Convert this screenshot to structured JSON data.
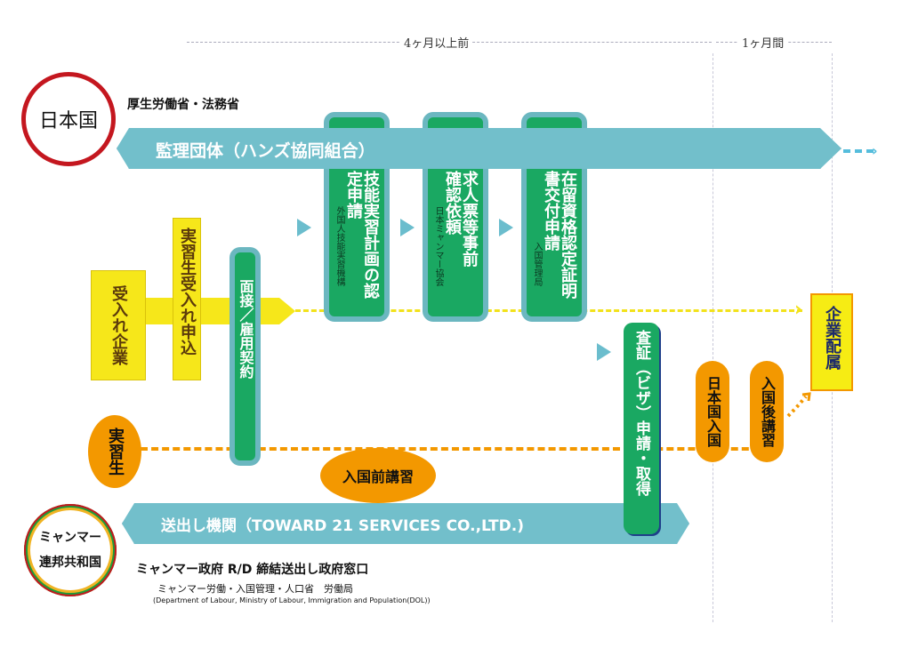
{
  "timeline": {
    "phase1_label": "4ヶ月以上前",
    "phase2_label": "1ヶ月間"
  },
  "japan": {
    "country_label": "日本国",
    "ministry_label": "厚生労働省・法務省",
    "supervising_org_label": "監理団体（ハンズ協同組合）"
  },
  "steps": {
    "company_label": "受入れ企業",
    "application_label": "実習生受入れ申込",
    "interview_label": "面接／雇用契約",
    "plan_label": "技能実習計画の認定申請",
    "plan_sub_label": "外国人技能実習機構",
    "job_label": "求人票等事前確認依頼",
    "job_sub_label": "日本ミャンマー協会",
    "coe_label": "在留資格認定証明書交付申請",
    "coe_sub_label": "入国管理局",
    "visa_label": "査証（ビザ）申請・取得",
    "entry_label": "日本国入国",
    "post_training_label": "入国後講習",
    "assignment_label": "企業配属",
    "trainee_label": "実習生",
    "pre_training_label": "入国前講習"
  },
  "myanmar": {
    "country_line1": "ミャンマー",
    "country_line2": "連邦共和国",
    "sending_org_label": "送出し機関（TOWARD 21 SERVICES CO.,LTD.)",
    "gov_window_label": "ミャンマー政府 R/D 締結送出し政府窓口",
    "ministry_label": "ミャンマー労働・入国管理・人口省　労働局",
    "ministry_en_label": "(Department of Labour, Ministry of Labour, Immigration and Population(DOL))"
  },
  "colors": {
    "band": "#72bfcb",
    "green": "#1aa862",
    "yellow": "#f6e71a",
    "orange": "#f39800",
    "japan_red": "#c4171f"
  }
}
